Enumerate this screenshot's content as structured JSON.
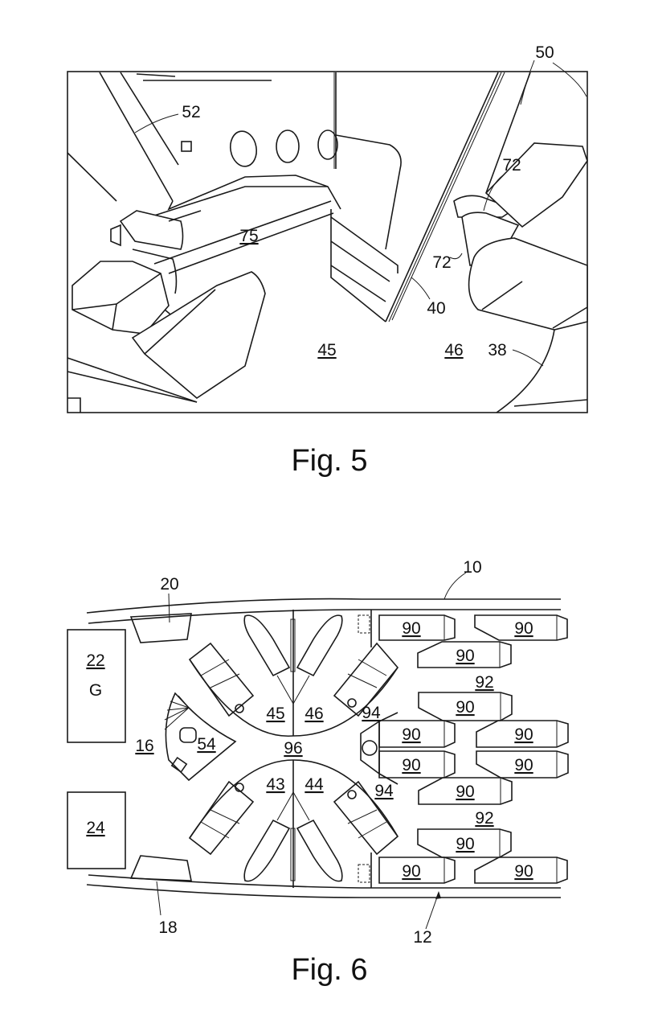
{
  "figures": [
    {
      "caption": "Fig. 5",
      "labels": {
        "l50": "50",
        "l52": "52",
        "l72a": "72",
        "l72b": "72",
        "l75": "75",
        "l40": "40",
        "l45": "45",
        "l46": "46",
        "l38": "38"
      },
      "underlined": [
        "75",
        "45",
        "46"
      ]
    },
    {
      "caption": "Fig. 6",
      "labels": {
        "l10": "10",
        "l20": "20",
        "l22": "22",
        "lG": "G",
        "l16": "16",
        "l54": "54",
        "l24": "24",
        "l18": "18",
        "l12": "12",
        "l45": "45",
        "l46": "46",
        "l43": "43",
        "l44": "44",
        "l96": "96",
        "l94a": "94",
        "l94b": "94",
        "l92a": "92",
        "l92b": "92",
        "l90": "90"
      },
      "seat_90_count": 12,
      "underlined": [
        "22",
        "16",
        "54",
        "24",
        "45",
        "46",
        "43",
        "44",
        "96",
        "94",
        "92",
        "90"
      ]
    }
  ]
}
